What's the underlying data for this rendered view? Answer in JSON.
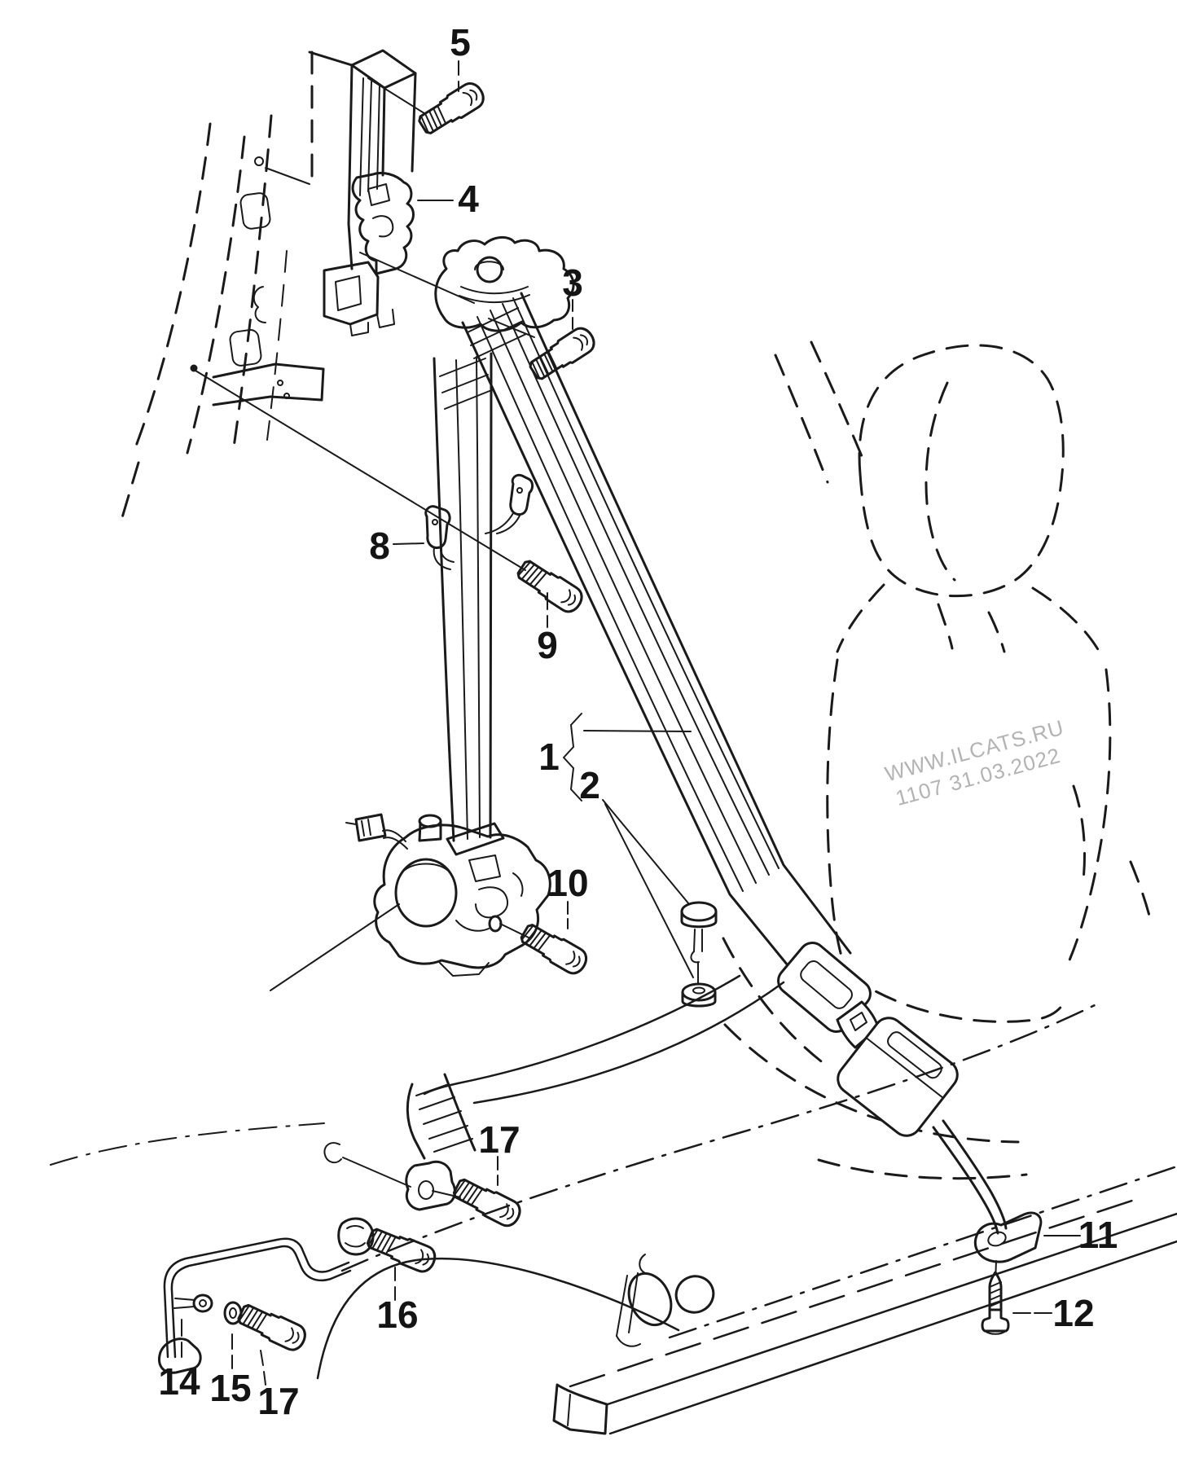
{
  "diagram": {
    "watermark": {
      "line1": "WWW.ILCATS.RU",
      "line2": "1107 31.03.2022"
    },
    "callouts": [
      {
        "id": "part-5",
        "label": "5"
      },
      {
        "id": "part-4",
        "label": "4"
      },
      {
        "id": "part-3",
        "label": "3"
      },
      {
        "id": "part-8",
        "label": "8"
      },
      {
        "id": "part-9",
        "label": "9"
      },
      {
        "id": "part-1",
        "label": "1"
      },
      {
        "id": "part-2",
        "label": "2"
      },
      {
        "id": "part-10",
        "label": "10"
      },
      {
        "id": "part-17-upper",
        "label": "17"
      },
      {
        "id": "part-16",
        "label": "16"
      },
      {
        "id": "part-14",
        "label": "14"
      },
      {
        "id": "part-15",
        "label": "15"
      },
      {
        "id": "part-17-lower",
        "label": "17"
      },
      {
        "id": "part-11",
        "label": "11"
      },
      {
        "id": "part-12",
        "label": "12"
      }
    ],
    "colors": {
      "line": "#1a1a1a",
      "watermark": "#b3b3b3",
      "background": "#ffffff"
    }
  }
}
